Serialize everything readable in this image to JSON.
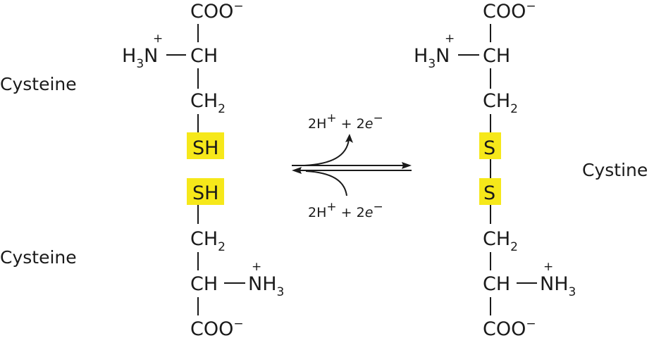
{
  "labels": {
    "cysteine_top": "Cysteine",
    "cysteine_bottom": "Cysteine",
    "cystine": "Cystine"
  },
  "groups": {
    "coo": "COO",
    "coo_charge": "−",
    "ch": "CH",
    "ch2_base": "CH",
    "ch2_sub": "2",
    "amine_left_h": "H",
    "amine_left_sub": "3",
    "amine_left_n": "N",
    "amine_right_nh": "NH",
    "amine_right_sub": "3",
    "plus": "+",
    "sh": "SH",
    "s": "S"
  },
  "reaction": {
    "top_coef": "2H",
    "top_plus": "+",
    "top_mid": " + 2",
    "top_e": "e",
    "top_minus": "−",
    "bottom_coef": "2H",
    "bottom_plus": "+",
    "bottom_mid": " + 2",
    "bottom_e": "e",
    "bottom_minus": "−"
  },
  "colors": {
    "highlight": "#f6e81a",
    "ink": "#1a1a1a"
  }
}
